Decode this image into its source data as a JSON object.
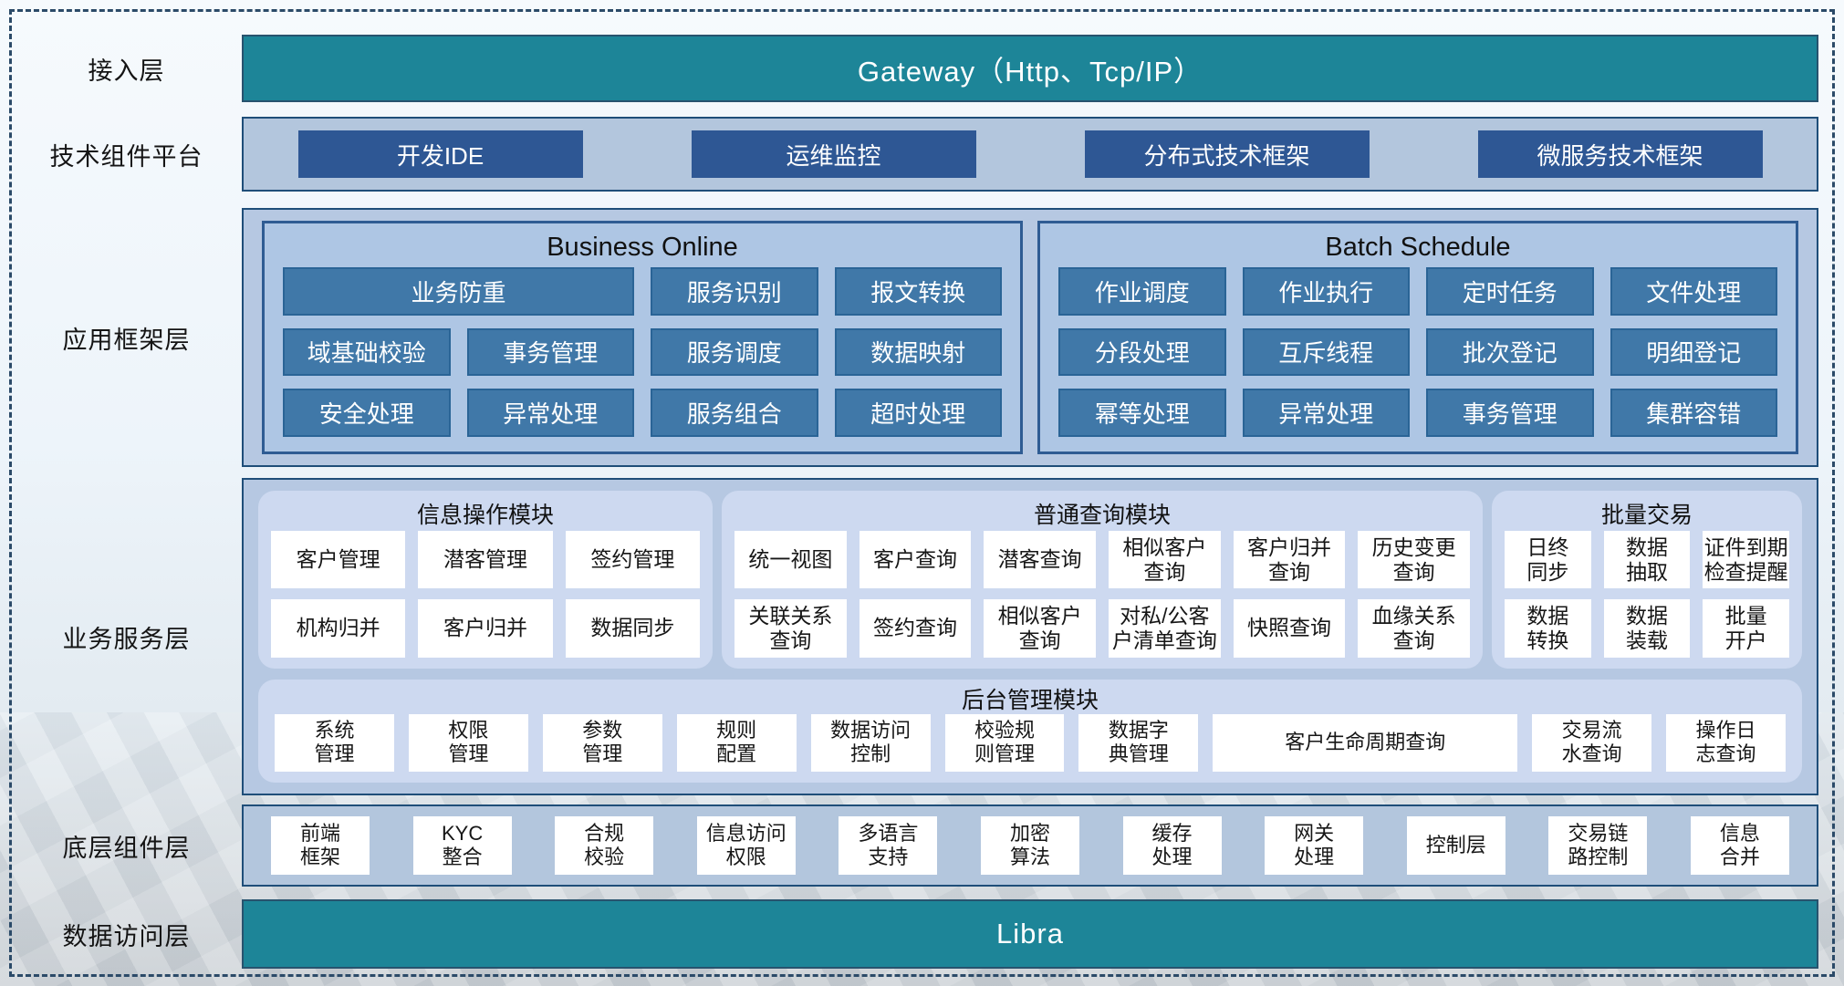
{
  "colors": {
    "teal_bar": "#1d8598",
    "navy_border": "#1f4e79",
    "panel_light_blue": "#b3c6dd",
    "framework_panel": "#b6c8e2",
    "group_fill": "#aec6e4",
    "dark_button": "#2e5794",
    "mid_button": "#4078a8",
    "module_fill": "#cdd9f0",
    "cell_white": "#ffffff",
    "dashed_frame": "#2b4a68"
  },
  "access_layer": {
    "label": "接入层",
    "bar_text": "Gateway（Http、Tcp/IP）"
  },
  "tech_platform": {
    "label": "技术组件平台",
    "buttons": [
      "开发IDE",
      "运维监控",
      "分布式技术框架",
      "微服务技术框架"
    ]
  },
  "app_framework": {
    "label": "应用框架层",
    "groups": [
      {
        "title": "Business Online",
        "cells": [
          {
            "label": "业务防重",
            "span": 2
          },
          {
            "label": "服务识别"
          },
          {
            "label": "报文转换"
          },
          {
            "label": "域基础校验"
          },
          {
            "label": "事务管理"
          },
          {
            "label": "服务调度"
          },
          {
            "label": "数据映射"
          },
          {
            "label": "安全处理"
          },
          {
            "label": "异常处理"
          },
          {
            "label": "服务组合"
          },
          {
            "label": "超时处理"
          }
        ]
      },
      {
        "title": "Batch Schedule",
        "cells": [
          {
            "label": "作业调度"
          },
          {
            "label": "作业执行"
          },
          {
            "label": "定时任务"
          },
          {
            "label": "文件处理"
          },
          {
            "label": "分段处理"
          },
          {
            "label": "互斥线程"
          },
          {
            "label": "批次登记"
          },
          {
            "label": "明细登记"
          },
          {
            "label": "幂等处理"
          },
          {
            "label": "异常处理"
          },
          {
            "label": "事务管理"
          },
          {
            "label": "集群容错"
          }
        ]
      }
    ]
  },
  "business_service": {
    "label": "业务服务层",
    "modules": [
      {
        "title": "信息操作模块",
        "cols": 3,
        "cells": [
          "客户管理",
          "潜客管理",
          "签约管理",
          "机构归并",
          "客户归并",
          "数据同步"
        ]
      },
      {
        "title": "普通查询模块",
        "cols": 6,
        "cells": [
          "统一视图",
          "客户查询",
          "潜客查询",
          "相似客户\n查询",
          "客户归并\n查询",
          "历史变更\n查询",
          "关联关系\n查询",
          "签约查询",
          "相似客户\n查询",
          "对私/公客\n户清单查询",
          "快照查询",
          "血缘关系\n查询"
        ]
      },
      {
        "title": "批量交易",
        "cols": 3,
        "cells": [
          "日终\n同步",
          "数据\n抽取",
          "证件到期\n检查提醒",
          "数据\n转换",
          "数据\n装载",
          "批量\n开户"
        ]
      }
    ],
    "admin_module": {
      "title": "后台管理模块",
      "cells": [
        {
          "label": "系统\n管理"
        },
        {
          "label": "权限\n管理"
        },
        {
          "label": "参数\n管理"
        },
        {
          "label": "规则\n配置"
        },
        {
          "label": "数据访问\n控制"
        },
        {
          "label": "校验规\n则管理"
        },
        {
          "label": "数据字\n典管理"
        },
        {
          "label": "客户生命周期查询",
          "wide": true
        },
        {
          "label": "交易流\n水查询"
        },
        {
          "label": "操作日\n志查询"
        }
      ]
    }
  },
  "base_components": {
    "label": "底层组件层",
    "cells": [
      "前端\n框架",
      "KYC\n整合",
      "合规\n校验",
      "信息访问\n权限",
      "多语言\n支持",
      "加密\n算法",
      "缓存\n处理",
      "网关\n处理",
      "控制层",
      "交易链\n路控制",
      "信息\n合并"
    ]
  },
  "data_access": {
    "label": "数据访问层",
    "bar_text": "Libra"
  }
}
